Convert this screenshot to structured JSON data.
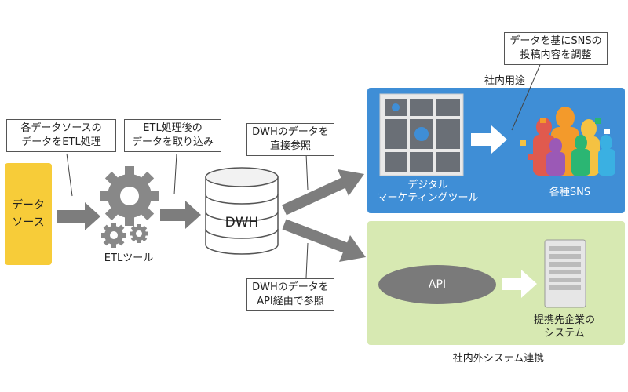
{
  "source": {
    "label": "データ\nソース"
  },
  "callouts": {
    "etl_process": "各データソースの\nデータをETL処理",
    "etl_load": "ETL処理後の\nデータを取り込み",
    "dwh_direct": "DWHのデータを\n直接参照",
    "dwh_api": "DWHのデータを\nAPI経由で参照",
    "sns_adjust": "データを基にSNSの\n投稿内容を調整"
  },
  "etl_tool": {
    "label": "ETLツール"
  },
  "dwh": {
    "label": "DWH"
  },
  "internal": {
    "title": "社内用途",
    "dashboard_label": "デジタル\nマーケティングツール",
    "sns_label": "各種SNS"
  },
  "external": {
    "title": "社内外システム連携",
    "api_label": "API",
    "partner_label": "提携先企業の\nシステム"
  },
  "colors": {
    "source": "#f7cc39",
    "internal_panel": "#3f8ed6",
    "external_panel": "#d7e9b2",
    "arrow": "#7d7d7d"
  }
}
